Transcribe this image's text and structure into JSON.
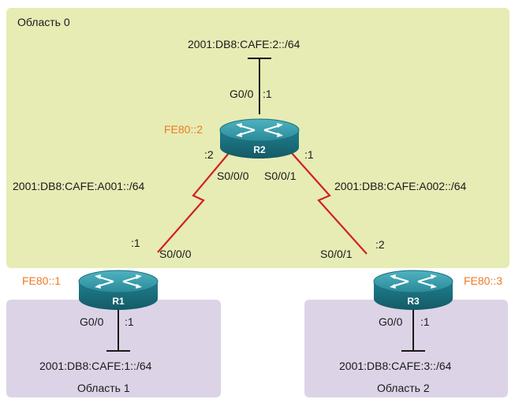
{
  "areas": {
    "area0": "Область 0",
    "area1": "Область 1",
    "area2": "Область 2"
  },
  "routers": {
    "r1": {
      "name": "R1",
      "link_local": "FE80::1"
    },
    "r2": {
      "name": "R2",
      "link_local": "FE80::2"
    },
    "r3": {
      "name": "R3",
      "link_local": "FE80::3"
    }
  },
  "networks": {
    "r2_lan": "2001:DB8:CAFE:2::/64",
    "r1_lan": "2001:DB8:CAFE:1::/64",
    "r3_lan": "2001:DB8:CAFE:3::/64",
    "r1_r2_wan": "2001:DB8:CAFE:A001::/64",
    "r2_r3_wan": "2001:DB8:CAFE:A002::/64"
  },
  "interfaces": {
    "r2_g00": "G0/0",
    "r2_g00_host": ":1",
    "r2_s000": "S0/0/0",
    "r2_s000_host": ":2",
    "r2_s001": "S0/0/1",
    "r2_s001_host": ":1",
    "r1_s000": "S0/0/0",
    "r1_s000_host": ":1",
    "r1_g00": "G0/0",
    "r1_g00_host": ":1",
    "r3_s001": "S0/0/1",
    "r3_s001_host": ":2",
    "r3_g00": "G0/0",
    "r3_g00_host": ":1"
  },
  "colors": {
    "area0_bg": "#e6ecb4",
    "area_other_bg": "#dcd4e6",
    "serial_link": "#d0202a",
    "link_local_text": "#ee7a23",
    "router_body": "#1f7f8e"
  }
}
